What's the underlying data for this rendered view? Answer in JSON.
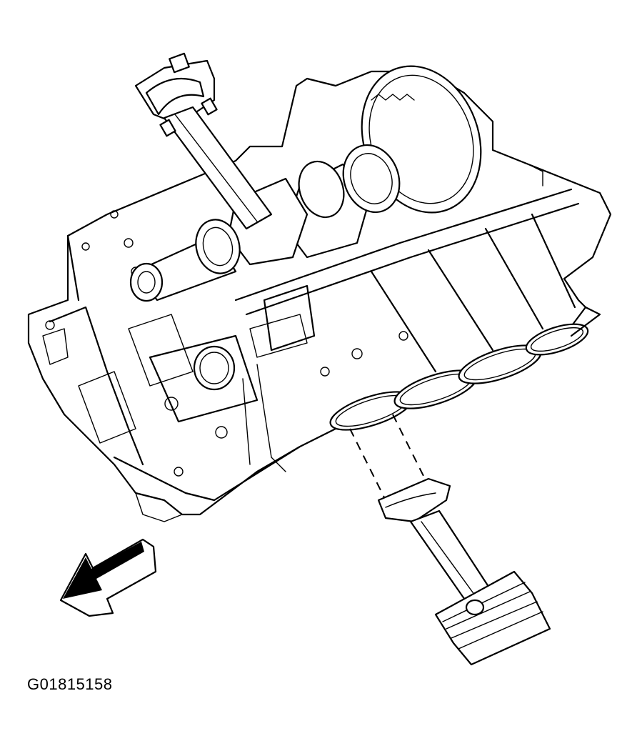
{
  "figure": {
    "id_label": "G01815158"
  },
  "parts": [
    {
      "name": "engine-block"
    },
    {
      "name": "crankshaft"
    },
    {
      "name": "connecting-rod-upper"
    },
    {
      "name": "connecting-rod-with-piston"
    },
    {
      "name": "direction-arrow"
    }
  ]
}
